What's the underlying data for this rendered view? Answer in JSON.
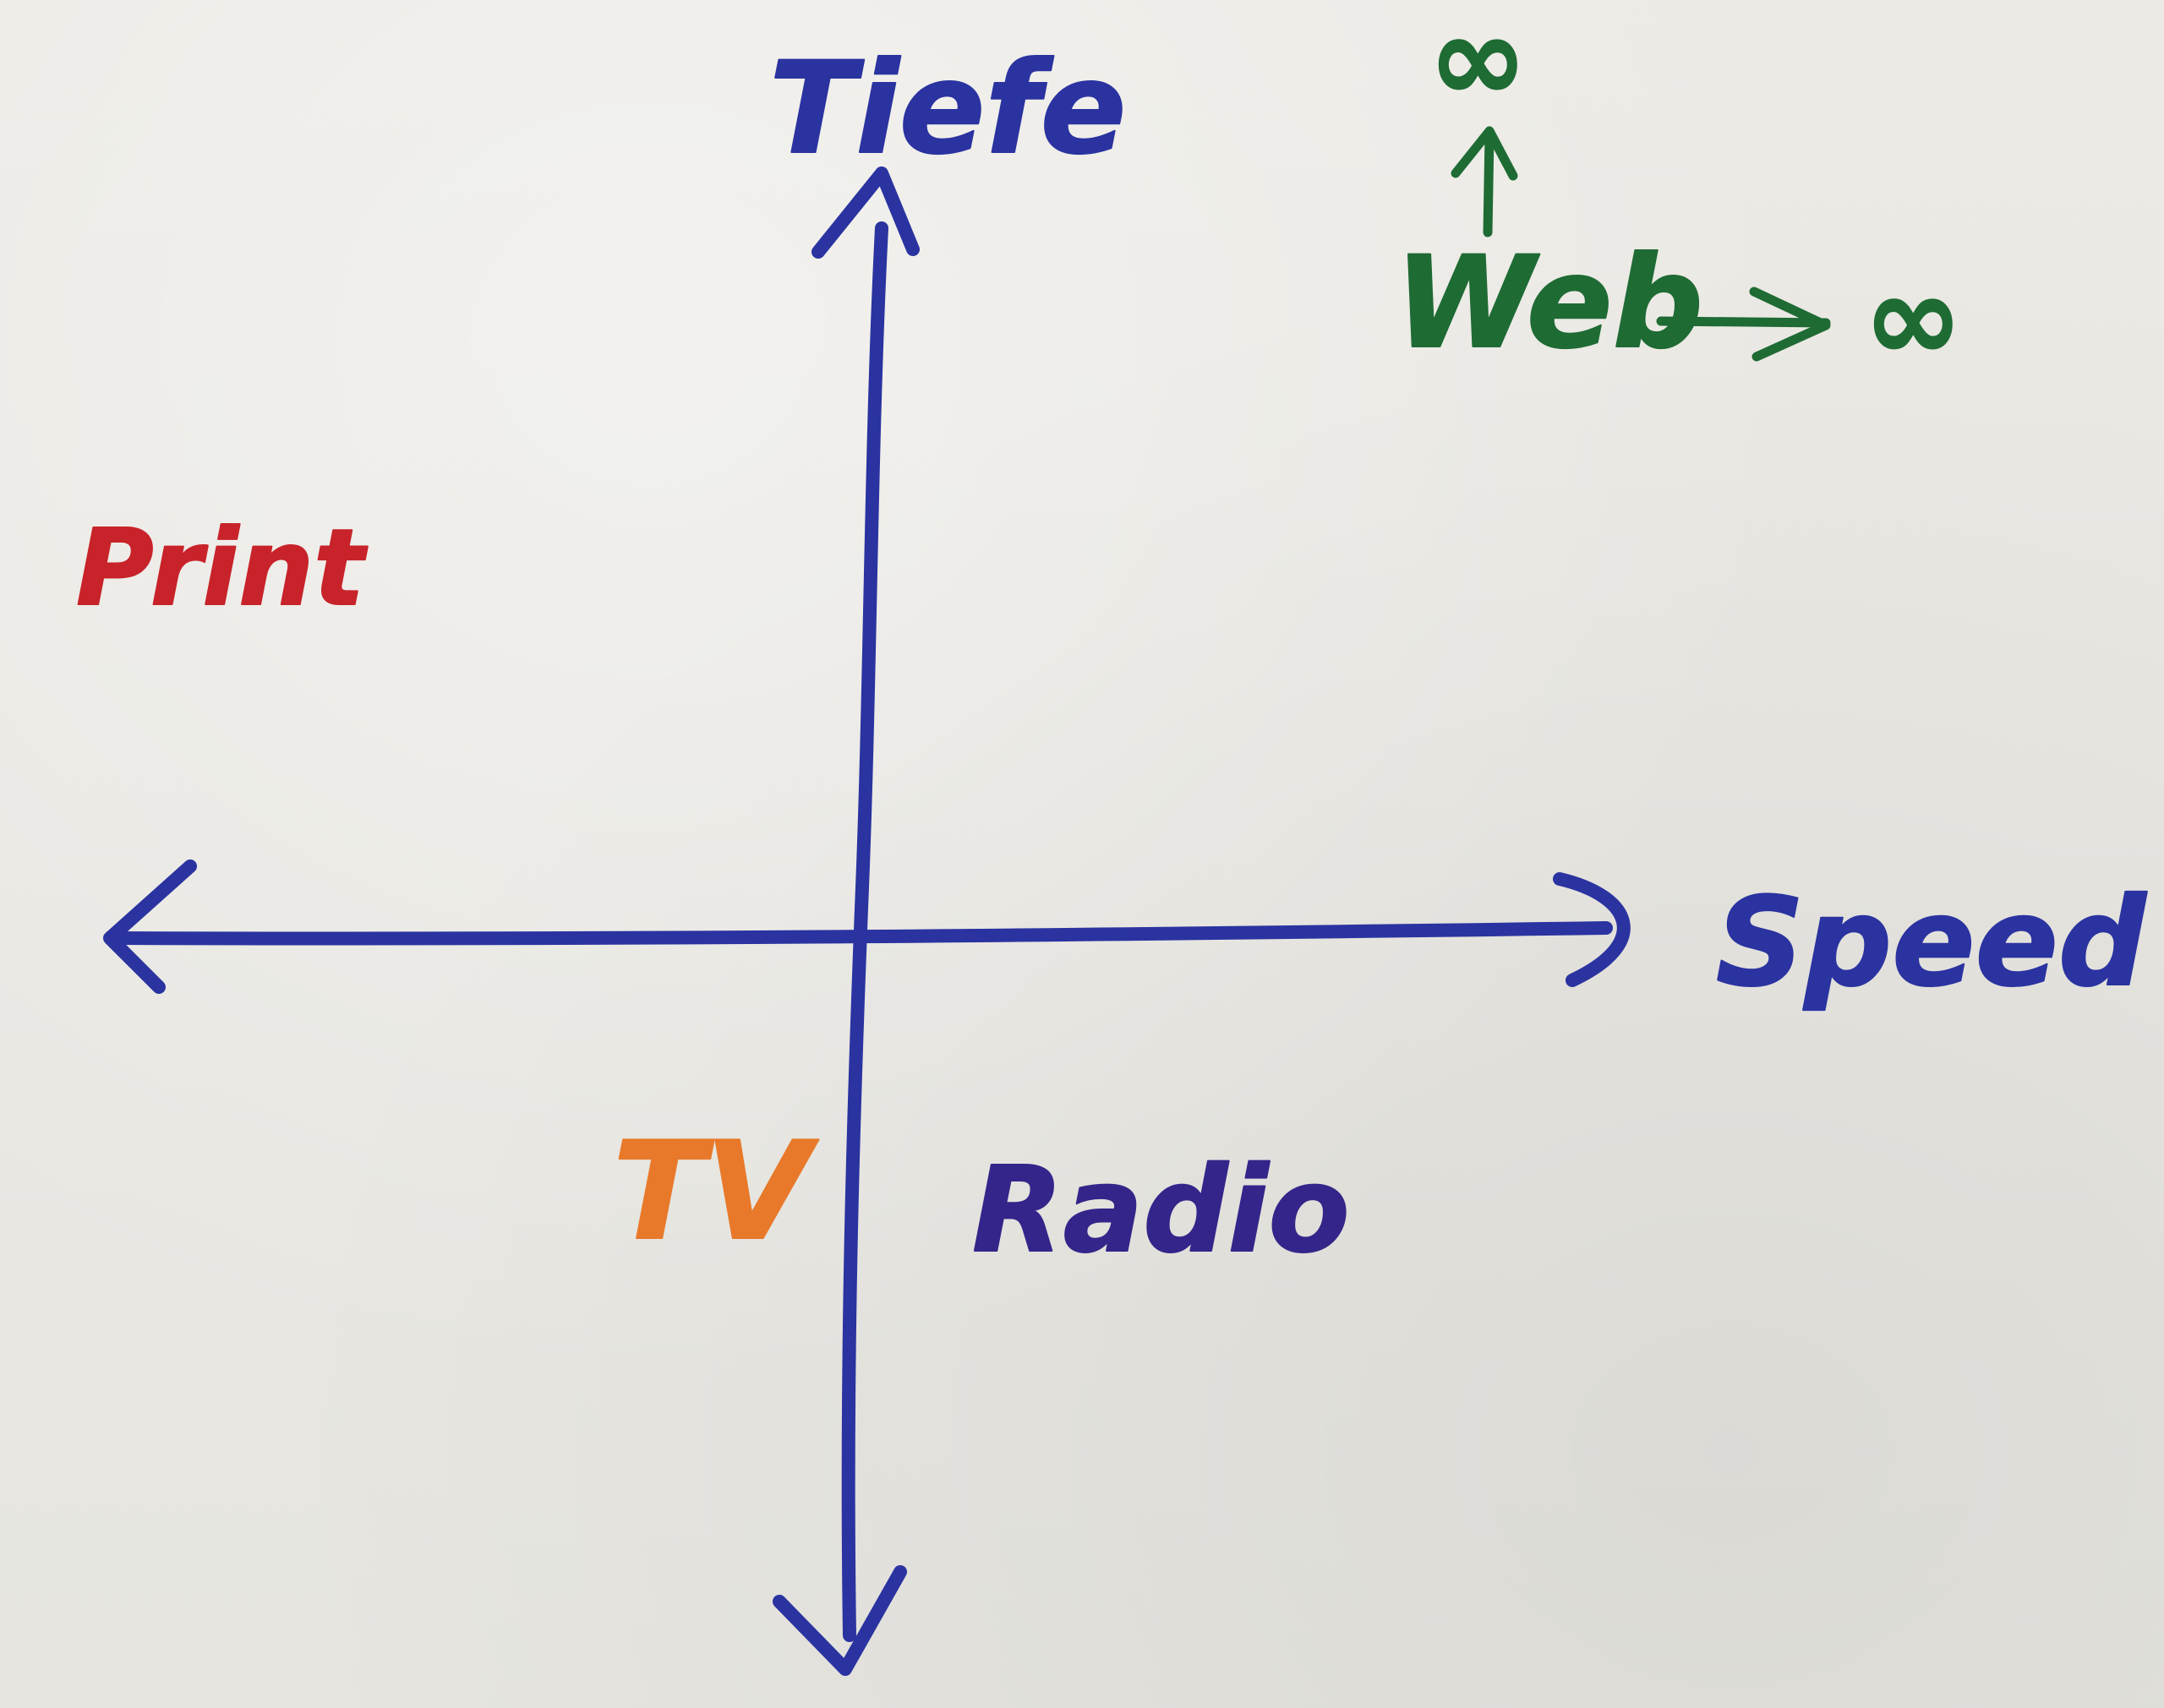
{
  "axes": {
    "vertical_label": "Tiefe",
    "horizontal_label": "Speed",
    "color": "#2a33a0"
  },
  "items": {
    "print": {
      "label": "Print",
      "color": "#c8232a"
    },
    "tv": {
      "label": "TV",
      "color": "#e8792a"
    },
    "radio": {
      "label": "Radio",
      "color": "#34258a"
    },
    "web": {
      "label": "Web",
      "color": "#1e6b34"
    },
    "infinity_top": {
      "label": "∞"
    },
    "infinity_right": {
      "label": "∞"
    }
  }
}
